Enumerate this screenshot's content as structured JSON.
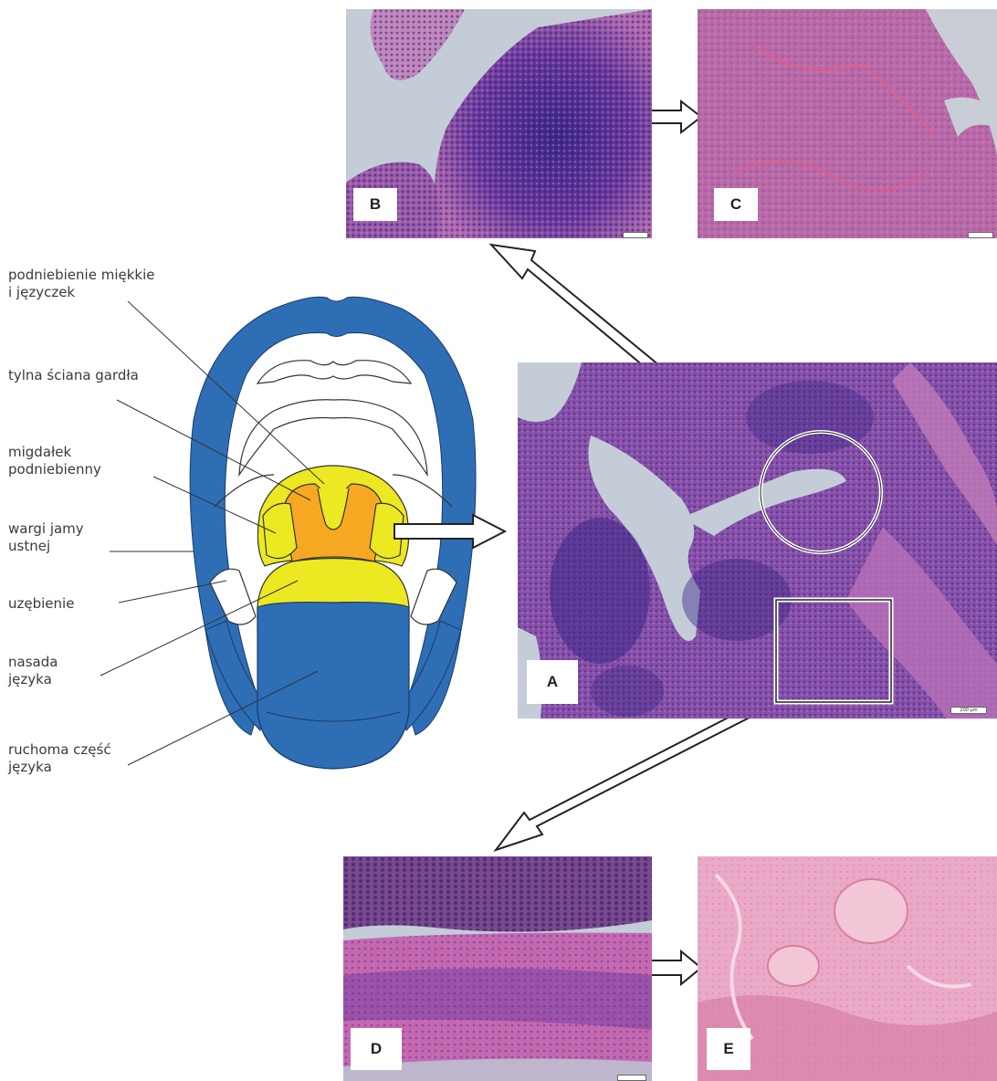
{
  "labels": {
    "soft_palate": "podniebienie miękkie\ni języczek",
    "pharynx_wall": "tylna ściana gardła",
    "tonsil": "migdałek\npodniebienny",
    "lips": "wargi jamy\nustnej",
    "gums": "uzębienie",
    "tongue_base": "nasada\njęzyka",
    "tongue_body": "ruchoma część\njęzyka"
  },
  "panels": {
    "a": {
      "letter": "A",
      "scale": "200 µm"
    },
    "b": {
      "letter": "B",
      "scale": ""
    },
    "c": {
      "letter": "C",
      "scale": ""
    },
    "d": {
      "letter": "D",
      "scale": ""
    },
    "e": {
      "letter": "E",
      "scale": ""
    }
  },
  "colors": {
    "oral_blue": "#2e6eb5",
    "orange": "#f7a823",
    "yellow": "#ece821",
    "he_purple": "#7a3b9c",
    "he_pink": "#d98fb5",
    "background_grey": "#c4ccd8"
  }
}
